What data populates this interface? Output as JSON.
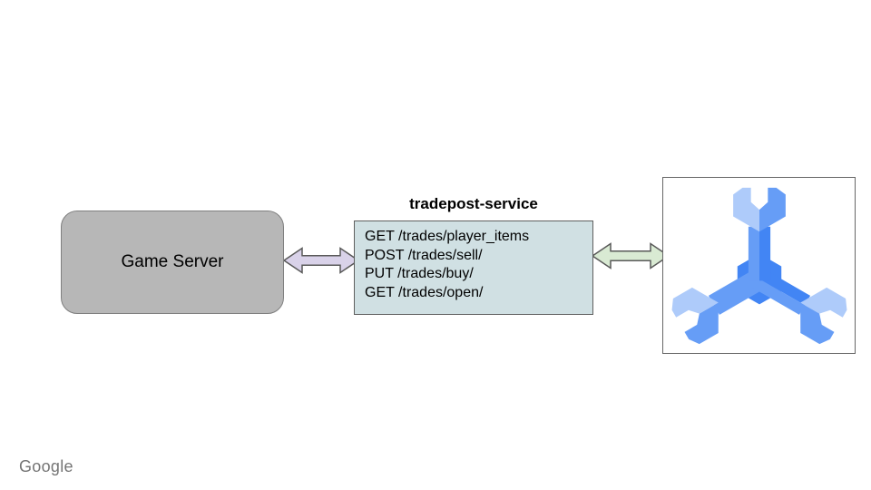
{
  "slide": {
    "footer_brand": "Google"
  },
  "colors": {
    "canvas-bg": "#ffffff",
    "text-color": "#000000",
    "game-server-fill": "#b7b7b7",
    "game-server-border": "#7f7f7f",
    "service-fill": "#d0e0e3",
    "service-border": "#5f5f5f",
    "spanner-box-border": "#666666",
    "arrow-left-fill": "#d9d2e9",
    "arrow-right-fill": "#d9ead3",
    "arrow-stroke": "#595959",
    "spanner-light": "#aecbfa",
    "spanner-medium": "#669df6",
    "spanner-dark": "#4285f4",
    "brand-gray": "#757575"
  },
  "nodes": {
    "game_server": {
      "label": "Game Server"
    },
    "service": {
      "title": "tradepost-service",
      "endpoints": [
        "GET /trades/player_items",
        "POST /trades/sell/",
        "PUT /trades/buy/",
        "GET /trades/open/"
      ]
    },
    "spanner": {
      "icon": "cloud-spanner-icon"
    }
  }
}
